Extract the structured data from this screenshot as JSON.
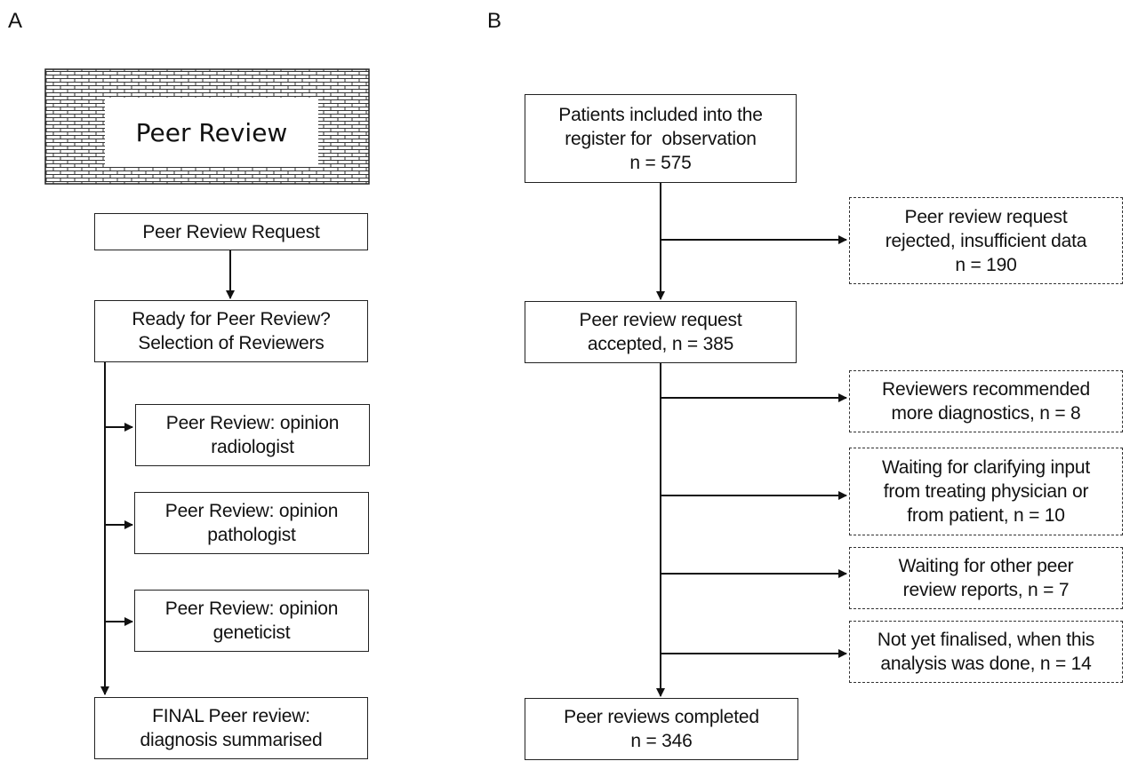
{
  "panels": {
    "a_label": "A",
    "b_label": "B"
  },
  "panel_a": {
    "banner": "Peer Review",
    "request": "Peer Review Request",
    "ready": [
      "Ready for Peer Review?",
      "Selection of Reviewers"
    ],
    "radiologist": [
      "Peer Review: opinion",
      "radiologist"
    ],
    "pathologist": [
      "Peer Review: opinion",
      "pathologist"
    ],
    "geneticist": [
      "Peer Review: opinion",
      "geneticist"
    ],
    "final": [
      "FINAL Peer review:",
      "diagnosis summarised"
    ]
  },
  "panel_b": {
    "included": [
      "Patients included into the",
      "register for  observation",
      "n = 575"
    ],
    "rejected": [
      "Peer review request",
      "rejected, insufficient data",
      "n = 190"
    ],
    "accepted": [
      "Peer review request",
      "accepted, n = 385"
    ],
    "more_diag": [
      "Reviewers recommended",
      "more diagnostics, n = 8"
    ],
    "waiting_input": [
      "Waiting for clarifying input",
      "from treating physician or",
      "from patient, n = 10"
    ],
    "waiting_reports": [
      "Waiting for other peer",
      "review reports, n = 7"
    ],
    "not_final": [
      "Not yet finalised, when this",
      "analysis was done, n = 14"
    ],
    "completed": [
      "Peer reviews completed",
      "n = 346"
    ]
  }
}
